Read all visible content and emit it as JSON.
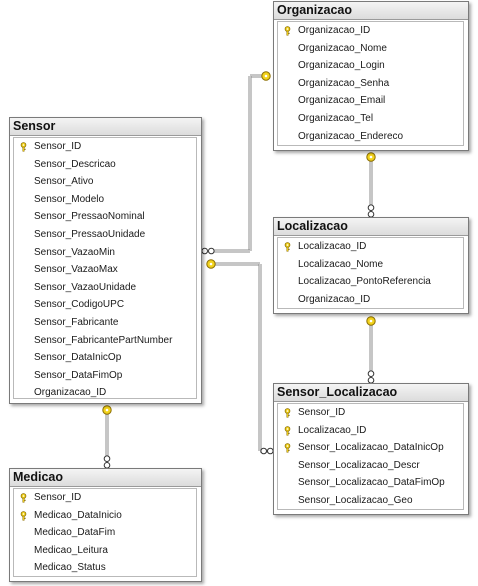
{
  "tables": [
    {
      "id": "organizacao",
      "name": "Organizacao",
      "columns": [
        {
          "name": "Organizacao_ID",
          "key": true
        },
        {
          "name": "Organizacao_Nome",
          "key": false
        },
        {
          "name": "Organizacao_Login",
          "key": false
        },
        {
          "name": "Organizacao_Senha",
          "key": false
        },
        {
          "name": "Organizacao_Email",
          "key": false
        },
        {
          "name": "Organizacao_Tel",
          "key": false
        },
        {
          "name": "Organizacao_Endereco",
          "key": false
        }
      ]
    },
    {
      "id": "sensor",
      "name": "Sensor",
      "columns": [
        {
          "name": "Sensor_ID",
          "key": true
        },
        {
          "name": "Sensor_Descricao",
          "key": false
        },
        {
          "name": "Sensor_Ativo",
          "key": false
        },
        {
          "name": "Sensor_Modelo",
          "key": false
        },
        {
          "name": "Sensor_PressaoNominal",
          "key": false
        },
        {
          "name": "Sensor_PressaoUnidade",
          "key": false
        },
        {
          "name": "Sensor_VazaoMin",
          "key": false
        },
        {
          "name": "Sensor_VazaoMax",
          "key": false
        },
        {
          "name": "Sensor_VazaoUnidade",
          "key": false
        },
        {
          "name": "Sensor_CodigoUPC",
          "key": false
        },
        {
          "name": "Sensor_Fabricante",
          "key": false
        },
        {
          "name": "Sensor_FabricantePartNumber",
          "key": false
        },
        {
          "name": "Sensor_DataInicOp",
          "key": false
        },
        {
          "name": "Sensor_DataFimOp",
          "key": false
        },
        {
          "name": "Organizacao_ID",
          "key": false
        }
      ]
    },
    {
      "id": "localizacao",
      "name": "Localizacao",
      "columns": [
        {
          "name": "Localizacao_ID",
          "key": true
        },
        {
          "name": "Localizacao_Nome",
          "key": false
        },
        {
          "name": "Localizacao_PontoReferencia",
          "key": false
        },
        {
          "name": "Organizacao_ID",
          "key": false
        }
      ]
    },
    {
      "id": "sensor-localizacao",
      "name": "Sensor_Localizacao",
      "columns": [
        {
          "name": "Sensor_ID",
          "key": true
        },
        {
          "name": "Localizacao_ID",
          "key": true
        },
        {
          "name": "Sensor_Localizacao_DataInicOp",
          "key": true
        },
        {
          "name": "Sensor_Localizacao_Descr",
          "key": false
        },
        {
          "name": "Sensor_Localizacao_DataFimOp",
          "key": false
        },
        {
          "name": "Sensor_Localizacao_Geo",
          "key": false
        }
      ]
    },
    {
      "id": "medicao",
      "name": "Medicao",
      "columns": [
        {
          "name": "Sensor_ID",
          "key": true
        },
        {
          "name": "Medicao_DataInicio",
          "key": true
        },
        {
          "name": "Medicao_DataFim",
          "key": false
        },
        {
          "name": "Medicao_Leitura",
          "key": false
        },
        {
          "name": "Medicao_Status",
          "key": false
        }
      ]
    }
  ],
  "relationships": [
    {
      "one": "organizacao",
      "many": "sensor"
    },
    {
      "one": "organizacao",
      "many": "localizacao"
    },
    {
      "one": "localizacao",
      "many": "sensor-localizacao"
    },
    {
      "one": "sensor",
      "many": "sensor-localizacao"
    },
    {
      "one": "sensor",
      "many": "medicao"
    }
  ],
  "colors": {
    "key_icon": "#f2d21b",
    "key_outline": "#8a6d00",
    "line": "#8c8c8c",
    "infinity_outline": "#333333"
  }
}
